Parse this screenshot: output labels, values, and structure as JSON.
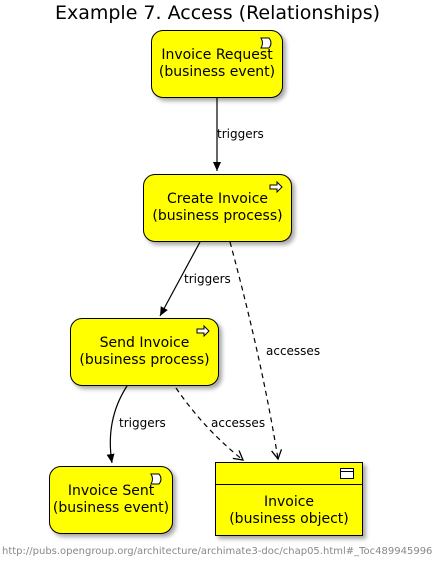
{
  "title": "Example 7. Access (Relationships)",
  "nodes": {
    "invoice_request": {
      "name": "Invoice Request",
      "type": "(business event)"
    },
    "create_invoice": {
      "name": "Create Invoice",
      "type": "(business process)"
    },
    "send_invoice": {
      "name": "Send Invoice",
      "type": "(business process)"
    },
    "invoice_sent": {
      "name": "Invoice Sent",
      "type": "(business event)"
    },
    "invoice": {
      "name": "Invoice",
      "type": "(business object)"
    }
  },
  "edges": [
    {
      "from": "Invoice Request",
      "to": "Create Invoice",
      "label": "triggers",
      "style": "solid"
    },
    {
      "from": "Create Invoice",
      "to": "Send Invoice",
      "label": "triggers",
      "style": "solid"
    },
    {
      "from": "Create Invoice",
      "to": "Invoice",
      "label": "accesses",
      "style": "dashed"
    },
    {
      "from": "Send Invoice",
      "to": "Invoice Sent",
      "label": "triggers",
      "style": "solid"
    },
    {
      "from": "Send Invoice",
      "to": "Invoice",
      "label": "accesses",
      "style": "dashed"
    }
  ],
  "footer": "http://pubs.opengroup.org/architecture/archimate3-doc/chap05.html#_Toc489945996",
  "colors": {
    "node_fill": "#ffff00",
    "stroke": "#000000",
    "footer_text": "#888888"
  }
}
